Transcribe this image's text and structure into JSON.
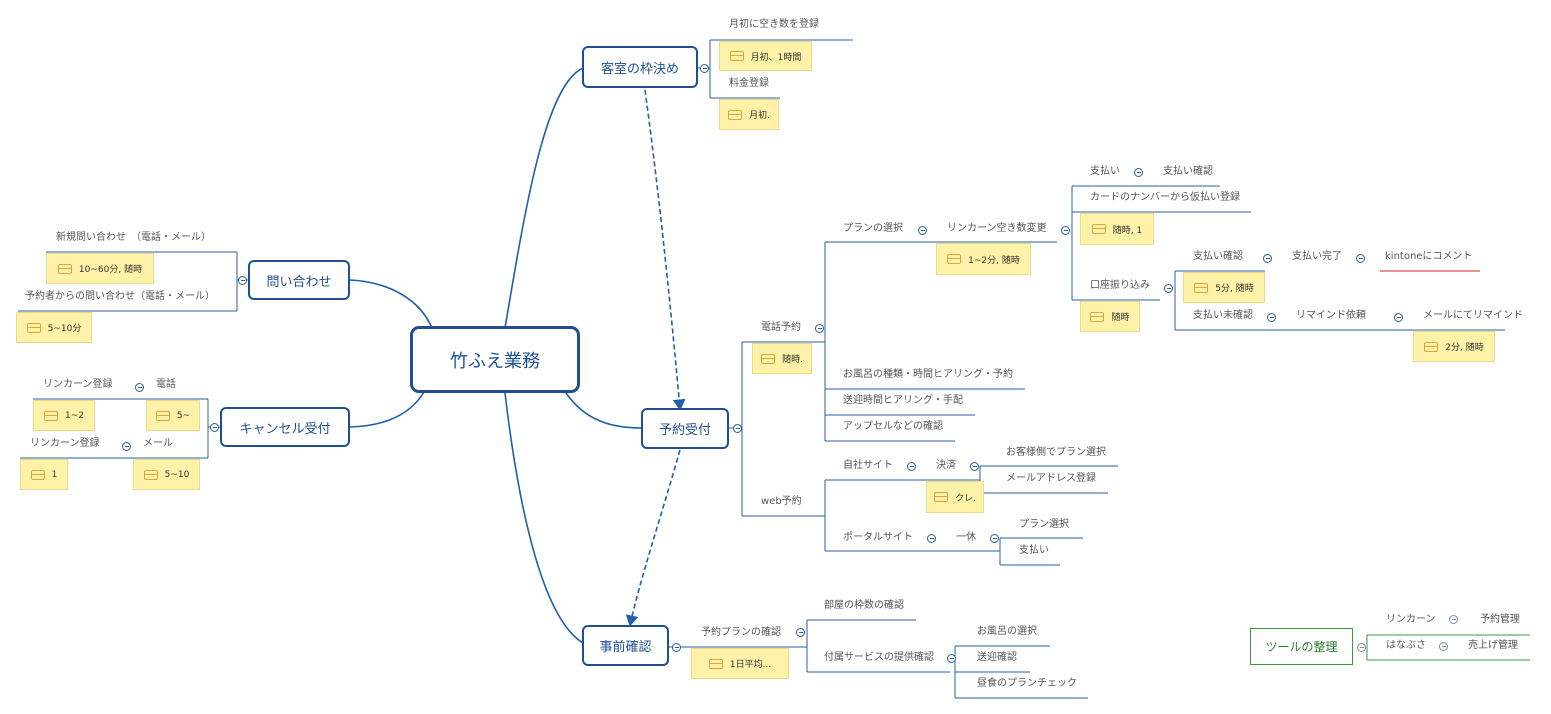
{
  "central": "竹ふえ業務",
  "topics": {
    "kyakushitsu": "客室の枠決め",
    "toiawase": "問い合わせ",
    "cancel": "キャンセル受付",
    "yoyaku": "予約受付",
    "jizen": "事前確認",
    "tool": "ツールの整理"
  },
  "kyakushitsu": {
    "item1": "月初に空き数を登録",
    "note1": "月初、1時間",
    "item2": "料金登録",
    "note2": "月初."
  },
  "toiawase": {
    "item1": "新規問い合わせ　（電話・メール）",
    "note1": "10~60分, 随時",
    "item2": "予約者からの問い合わせ（電話・メール）",
    "note2": "5~10分"
  },
  "cancel": {
    "rincan1": "リンカーン登録",
    "note_r1": "1~2",
    "denwa": "電話",
    "note_d": "5~",
    "rincan2": "リンカーン登録",
    "note_r2": "1",
    "mail": "メール",
    "note_m": "5~10"
  },
  "yoyaku": {
    "phone": "電話予約",
    "phone_note": "随時.",
    "plan_select": "プランの選択",
    "rincan_change": "リンカーン空き数変更",
    "rincan_note": "1~2分, 随時",
    "pay": "支払い",
    "pay_confirm": "支払い確認",
    "card": "カードのナンバーから仮払い登録",
    "card_note": "随時, 1",
    "koza": "口座振り込み",
    "koza_note": "随時",
    "koza_pay_confirm": "支払い確認",
    "koza_pay_done": "支払い完了",
    "kintone": "kintoneにコメント",
    "koza_confirm_note": "5分, 随時",
    "unpaid": "支払い未確認",
    "remind": "リマインド依頼",
    "mail_remind": "メールにてリマインド",
    "mail_remind_note": "2分, 随時",
    "bath": "お風呂の種類・時間ヒアリング・予約",
    "pickup": "送迎時間ヒアリング・手配",
    "upsell": "アップセルなどの確認",
    "web": "web予約",
    "own_site": "自社サイト",
    "settle": "決済",
    "cust_plan": "お客様側でプラン選択",
    "mail_reg": "メールアドレス登録",
    "settle_note": "クレ.",
    "portal": "ポータルサイト",
    "ikkyu": "一休",
    "plan_sel2": "プラン選択",
    "pay2": "支払い"
  },
  "jizen": {
    "plan_confirm": "予約プランの確認",
    "plan_note": "1日平均...",
    "room_frame": "部屋の枠数の確認",
    "service": "付属サービスの提供確認",
    "bath_sel": "お風呂の選択",
    "pickup_confirm": "送迎確認",
    "lunch": "昼食のプランチェック"
  },
  "tool": {
    "rincan": "リンカーン",
    "yoyaku_kanri": "予約管理",
    "hanabusa": "はなぶさ",
    "uriage": "売上げ管理"
  },
  "colors": {
    "topic_border": "#1f4f91",
    "connector": "#1f5fae",
    "note_bg": "#fdf2a8",
    "tool": "#3c9a3c",
    "kintone_underline": "#cc2222"
  }
}
